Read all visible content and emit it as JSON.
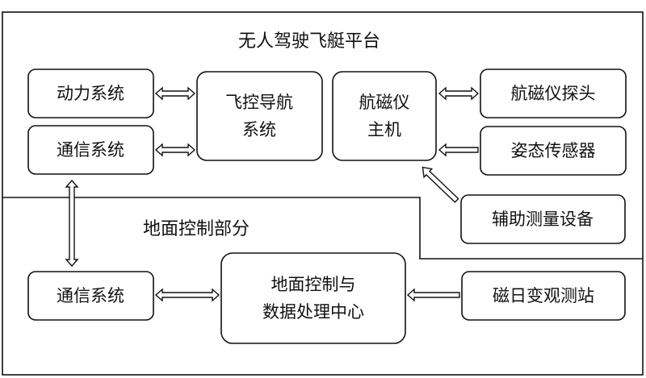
{
  "regions": {
    "air_platform": {
      "title": "无人驾驶飞艇平台"
    },
    "ground_control": {
      "title": "地面控制部分"
    }
  },
  "nodes": {
    "power_system": "动力系统",
    "comm_system_air": "通信系统",
    "flight_control": [
      "飞控导航",
      "系统"
    ],
    "mag_host": [
      "航磁仪",
      "主机"
    ],
    "mag_probe": "航磁仪探头",
    "attitude_sensor": "姿态传感器",
    "aux_measurement": "辅助测量设备",
    "comm_system_ground": "通信系统",
    "ground_center": [
      "地面控制与",
      "数据处理中心"
    ],
    "diurnal_station": "磁日变观测站"
  },
  "colors": {
    "line": "#111111",
    "fill": "#ffffff",
    "text": "#111111"
  },
  "edges": [
    {
      "from": "power_system",
      "to": "flight_control",
      "type": "bidirectional"
    },
    {
      "from": "comm_system_air",
      "to": "flight_control",
      "type": "bidirectional"
    },
    {
      "from": "mag_host",
      "to": "mag_probe",
      "type": "bidirectional"
    },
    {
      "from": "attitude_sensor",
      "to": "mag_host",
      "type": "directed"
    },
    {
      "from": "aux_measurement",
      "to": "mag_host",
      "type": "directed"
    },
    {
      "from": "comm_system_air",
      "to": "comm_system_ground",
      "type": "bidirectional"
    },
    {
      "from": "comm_system_ground",
      "to": "ground_center",
      "type": "bidirectional"
    },
    {
      "from": "diurnal_station",
      "to": "ground_center",
      "type": "directed"
    }
  ]
}
